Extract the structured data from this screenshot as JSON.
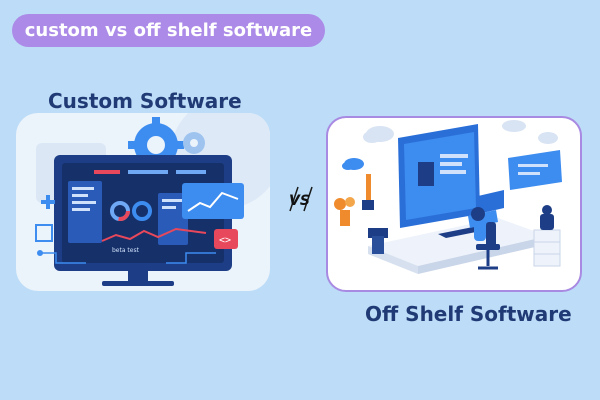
{
  "header": {
    "pill_text": "custom vs off shelf software"
  },
  "custom": {
    "heading": "Custom Software",
    "screen_caption": "beta test"
  },
  "offshelf": {
    "heading": "Off Shelf Software"
  },
  "versus": {
    "label": "VS"
  },
  "colors": {
    "background": "#bcdcf7",
    "pill": "#ab8ae8",
    "heading_text": "#1f3a75",
    "card_border": "#a98ae2",
    "monitor": "#1d3e86",
    "accent_blue": "#3d8cf0"
  },
  "icons": [
    "gear-icon",
    "cloud-icon",
    "code-icon",
    "chart-icon",
    "plus-icon",
    "chair-icon"
  ]
}
